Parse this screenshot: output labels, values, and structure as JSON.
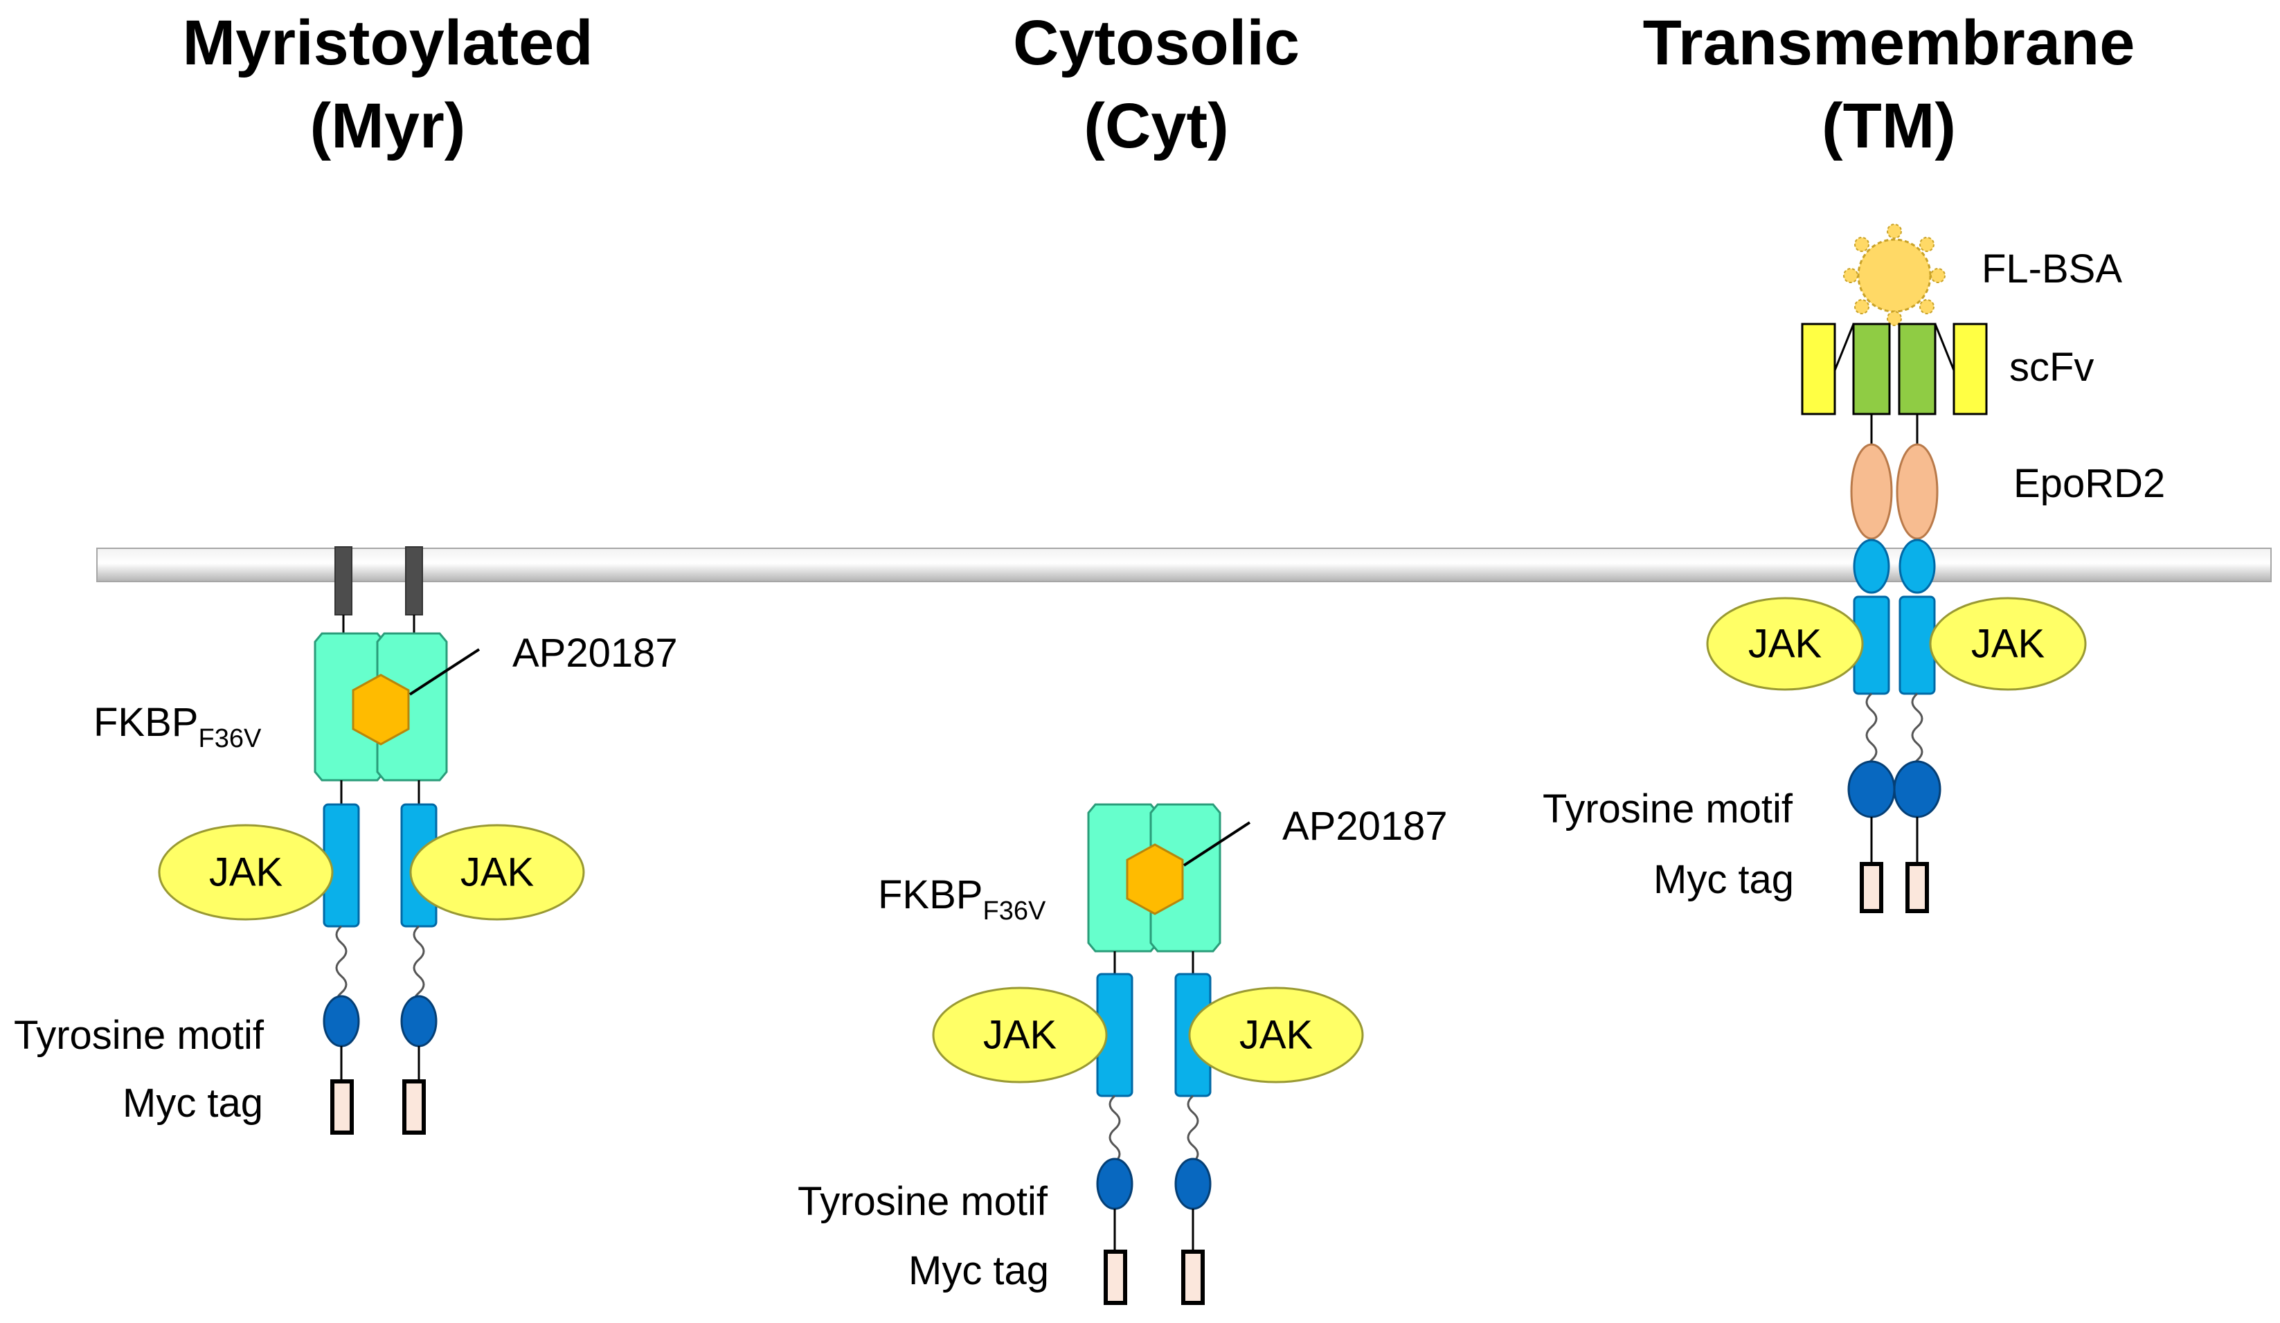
{
  "columns": [
    {
      "title_line1": "Myristoylated",
      "title_line2": "(Myr)"
    },
    {
      "title_line1": "Cytosolic",
      "title_line2": "(Cyt)"
    },
    {
      "title_line1": "Transmembrane",
      "title_line2": "(TM)"
    }
  ],
  "labels": {
    "fkbp_main": "FKBP",
    "fkbp_sub": "F36V",
    "ap20187": "AP20187",
    "jak": "JAK",
    "tyrosine_motif": "Tyrosine motif",
    "myc_tag": "Myc tag",
    "fl_bsa": "FL-BSA",
    "scfv": "scFv",
    "epord2": "EpoRD2"
  },
  "colors": {
    "membrane": "#cfcfcf",
    "fkbp": "#66ffcc",
    "ap20187": "#ffbb00",
    "receptor": "#0ab0ea",
    "jak": "#ffff66",
    "tyrosine": "#0868c0",
    "myc": "#fbe7dc",
    "myr_anchor": "#4d4d4d",
    "scfv_outer": "#ffff44",
    "scfv_inner": "#8fcc44",
    "epord2": "#f7bc90",
    "bsa": "#ffd966"
  }
}
